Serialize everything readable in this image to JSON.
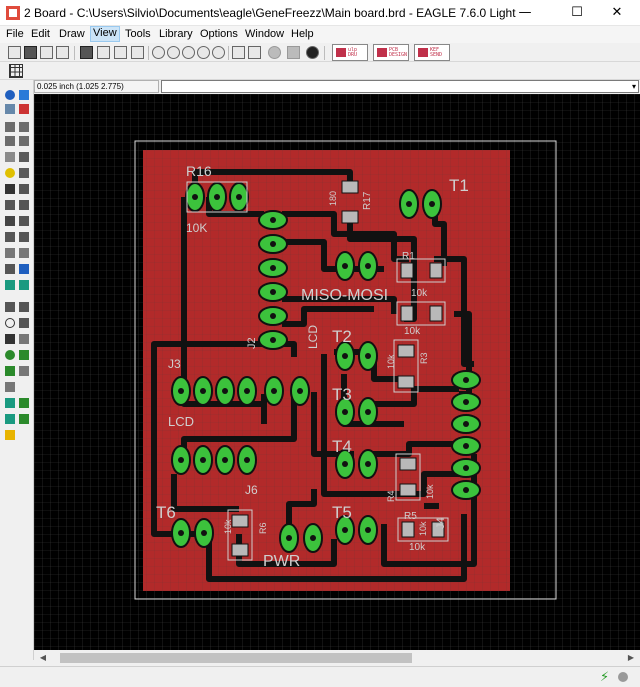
{
  "window": {
    "title": "2 Board - C:\\Users\\Silvio\\Documents\\eagle\\GeneFreezz\\Main board.brd - EAGLE 7.6.0 Light",
    "controls": {
      "minimize": "—",
      "maximize": "☐",
      "close": "✕"
    }
  },
  "menu": {
    "file": "File",
    "edit": "Edit",
    "draw": "Draw",
    "view": "View",
    "tools": "Tools",
    "library": "Library",
    "options": "Options",
    "window": "Window",
    "help": "Help"
  },
  "toolbar": {
    "ulp1_label": "ulp\nDRU",
    "ulp2_label": "PCB\nDESIGN",
    "ulp3_label": "KEF\nSEND"
  },
  "coords": {
    "readout": "0.025 inch (1.025 2.775)"
  },
  "command": {
    "value": "",
    "dropdown_glyph": "▾"
  },
  "board_labels": {
    "r16": "R16",
    "r16_value": "10K",
    "r17": "R17",
    "r17_value": "180",
    "t1": "T1",
    "r1": "R1",
    "r1_value": "10k",
    "miso_mosi": "MISO-MOSI",
    "r2_value": "10k",
    "j2": "J2",
    "lcd_vertical": "LCD",
    "t2": "T2",
    "r3": "R3",
    "r3_value": "10k",
    "j3": "J3",
    "lcd": "LCD",
    "t3": "T3",
    "t4": "T4",
    "r4": "R4",
    "r4_value": "10k",
    "j4": "J4",
    "j4_value": "10k",
    "j6": "J6",
    "t6": "T6",
    "r6": "R6",
    "r6_value": "10k",
    "t5": "T5",
    "r5": "R5",
    "r5_value": "10k",
    "pwr": "PWR"
  },
  "colors": {
    "board_fill": "#b22a2a",
    "board_edge": "#d8d8d8",
    "trace": "#111111",
    "pad": "#3cc23c",
    "smd": "#b9b9b9",
    "label": "#cfcfcf",
    "grid": "#3a3a3a"
  },
  "status": {
    "message": "",
    "run_icon": "bolt-icon",
    "stop_icon": "stop-icon"
  }
}
